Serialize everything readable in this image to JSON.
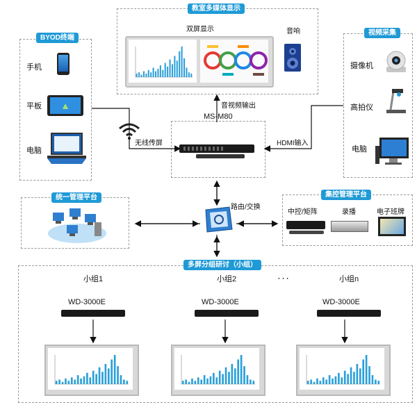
{
  "display_section": {
    "title": "教室多媒体显示",
    "dual_screen": "双屏显示",
    "speaker": "音响"
  },
  "byod": {
    "title": "BYOD终端",
    "phone": "手机",
    "tablet": "平板",
    "laptop": "电脑"
  },
  "video_capture": {
    "title": "视频采集",
    "camera": "摄像机",
    "doc_camera": "高拍仪",
    "pc": "电脑"
  },
  "center": {
    "device": "MS-M80",
    "wireless": "无线传屏",
    "av_out": "音视频输出",
    "hdmi_in": "HDMI输入",
    "router": "路由/交换"
  },
  "unified_mgmt": {
    "title": "统一管理平台"
  },
  "central_ctrl": {
    "title": "集控管理平台",
    "matrix": "中控/矩阵",
    "recording": "录播",
    "e_board": "电子班牌"
  },
  "groups": {
    "title": "多屏分组研讨（小组）",
    "ellipsis": "· · ·",
    "items": [
      {
        "name": "小组1",
        "device": "WD-3000E"
      },
      {
        "name": "小组2",
        "device": "WD-3000E"
      },
      {
        "name": "小组n",
        "device": "WD-3000E"
      }
    ]
  },
  "colors": {
    "accent": "#1f9ad6",
    "bars": "#2a9fd8",
    "device": "#1a1a1a"
  },
  "chart_data": {
    "type": "bar",
    "values": [
      3,
      4,
      2,
      5,
      3,
      6,
      4,
      8,
      5,
      7,
      10,
      6,
      12,
      9,
      15,
      11,
      18,
      14,
      22,
      26,
      16,
      8,
      4,
      3
    ]
  }
}
